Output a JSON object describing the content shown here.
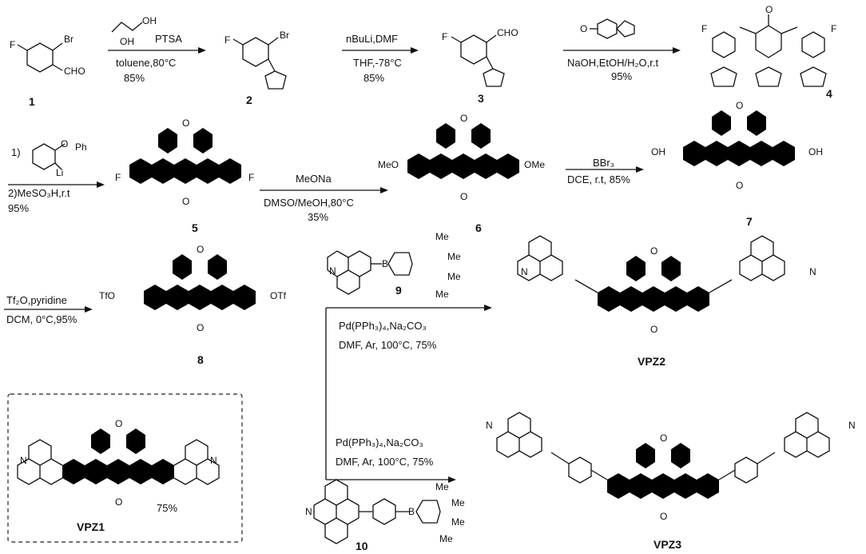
{
  "compounds": {
    "c1": "1",
    "c2": "2",
    "c3": "3",
    "c4": "4",
    "c5": "5",
    "c6": "6",
    "c7": "7",
    "c8": "8",
    "c9": "9",
    "c10": "10",
    "vpz1": "VPZ1",
    "vpz2": "VPZ2",
    "vpz3": "VPZ3"
  },
  "reactions": {
    "r1": {
      "above": "PTSA",
      "below1": "toluene,80°C",
      "below2": "85%"
    },
    "r2": {
      "above": "nBuLi,DMF",
      "below1": "THF,-78°C",
      "below2": "85%"
    },
    "r3": {
      "below1": "NaOH,EtOH/H₂O,r.t",
      "below2": "95%"
    },
    "r4": {
      "step1": "1)",
      "step2": "2)MeSO₃H,r.t",
      "yield": "95%"
    },
    "r5": {
      "above": "MeONa",
      "below1": "DMSO/MeOH,80°C",
      "below2": "35%"
    },
    "r6": {
      "above": "BBr₃",
      "below1": "DCE, r.t, 85%"
    },
    "r7": {
      "above": "Tf₂O,pyridine",
      "below1": "DCM, 0°C,95%"
    },
    "r8": {
      "line1": "Pd(PPh₃)₄,Na₂CO₃",
      "line2": "DMF, Ar, 100°C, 75%"
    },
    "r9": {
      "line1": "Pd(PPh₃)₄,Na₂CO₃",
      "line2": "DMF, Ar, 100°C, 75%"
    },
    "vpz1_yield": "75%"
  },
  "atoms": {
    "F": "F",
    "Br": "Br",
    "CHO": "CHO",
    "OH": "OH",
    "O": "O",
    "Li": "Li",
    "Ph": "Ph",
    "MeO": "MeO",
    "OMe": "OMe",
    "TfO": "TfO",
    "OTf": "OTf",
    "N": "N",
    "B": "B",
    "Me": "Me"
  }
}
